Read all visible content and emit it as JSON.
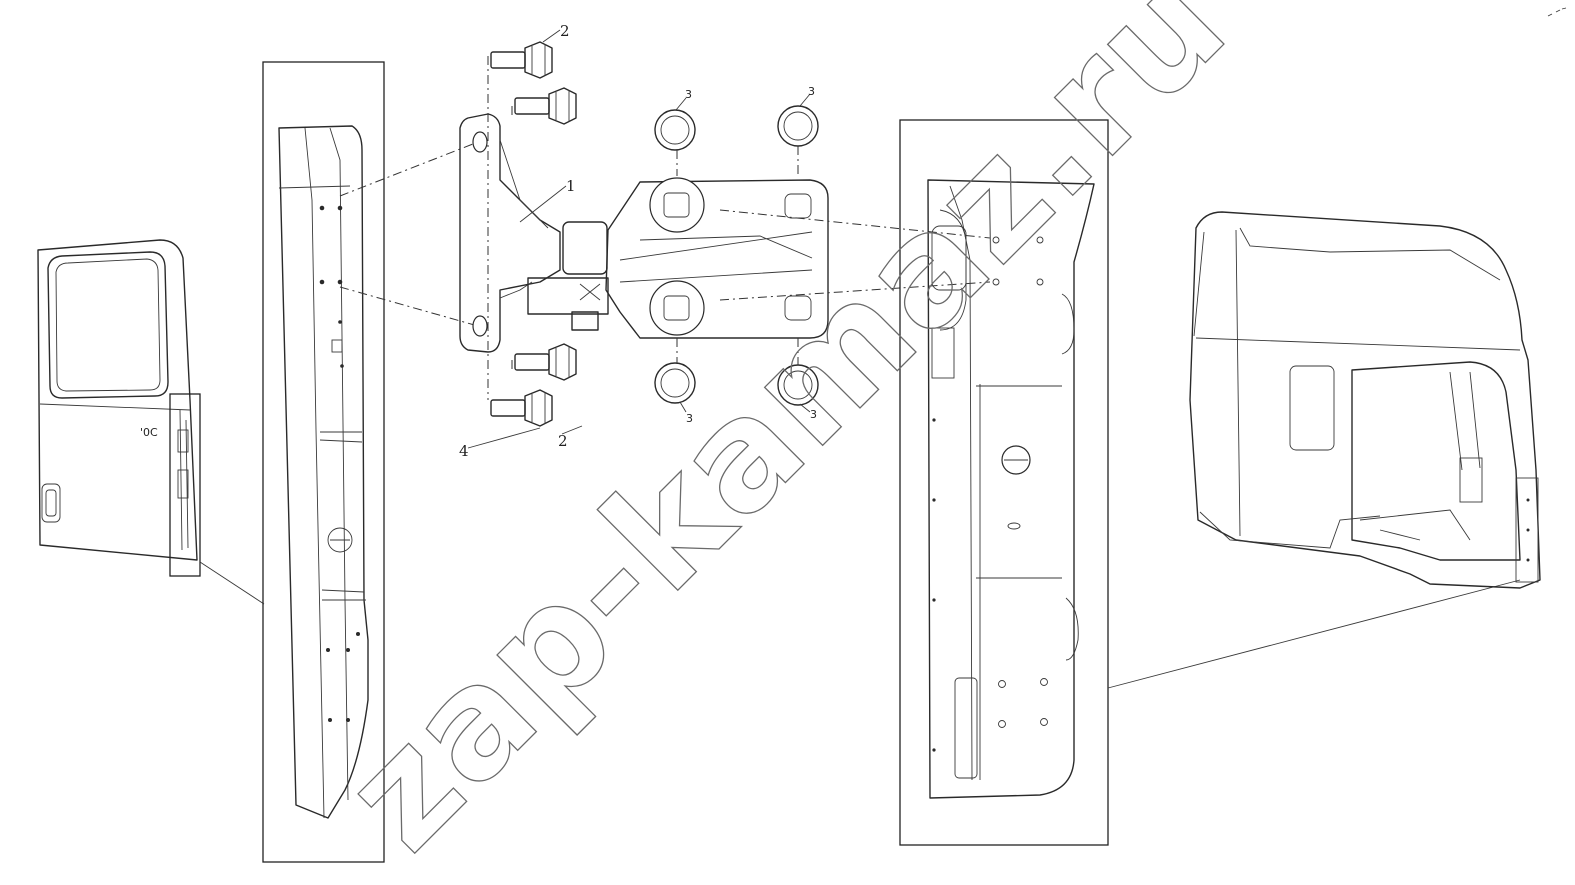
{
  "callouts": {
    "bolt_upper": "2",
    "bolt_lower": "2",
    "hinge_body": "1",
    "washer": "4",
    "bushing_top_left": "3",
    "bushing_top_right": "3",
    "bushing_bottom_left": "3",
    "bushing_bottom_right": "3"
  },
  "watermark": "zap-kamaz.ru",
  "icons": {
    "door": "door-panel-icon",
    "door_pillar_detail": "door-edge-detail-icon",
    "hinge": "door-hinge-icon",
    "cab_pillar_detail": "cab-pillar-detail-icon",
    "cab": "truck-cab-icon"
  }
}
